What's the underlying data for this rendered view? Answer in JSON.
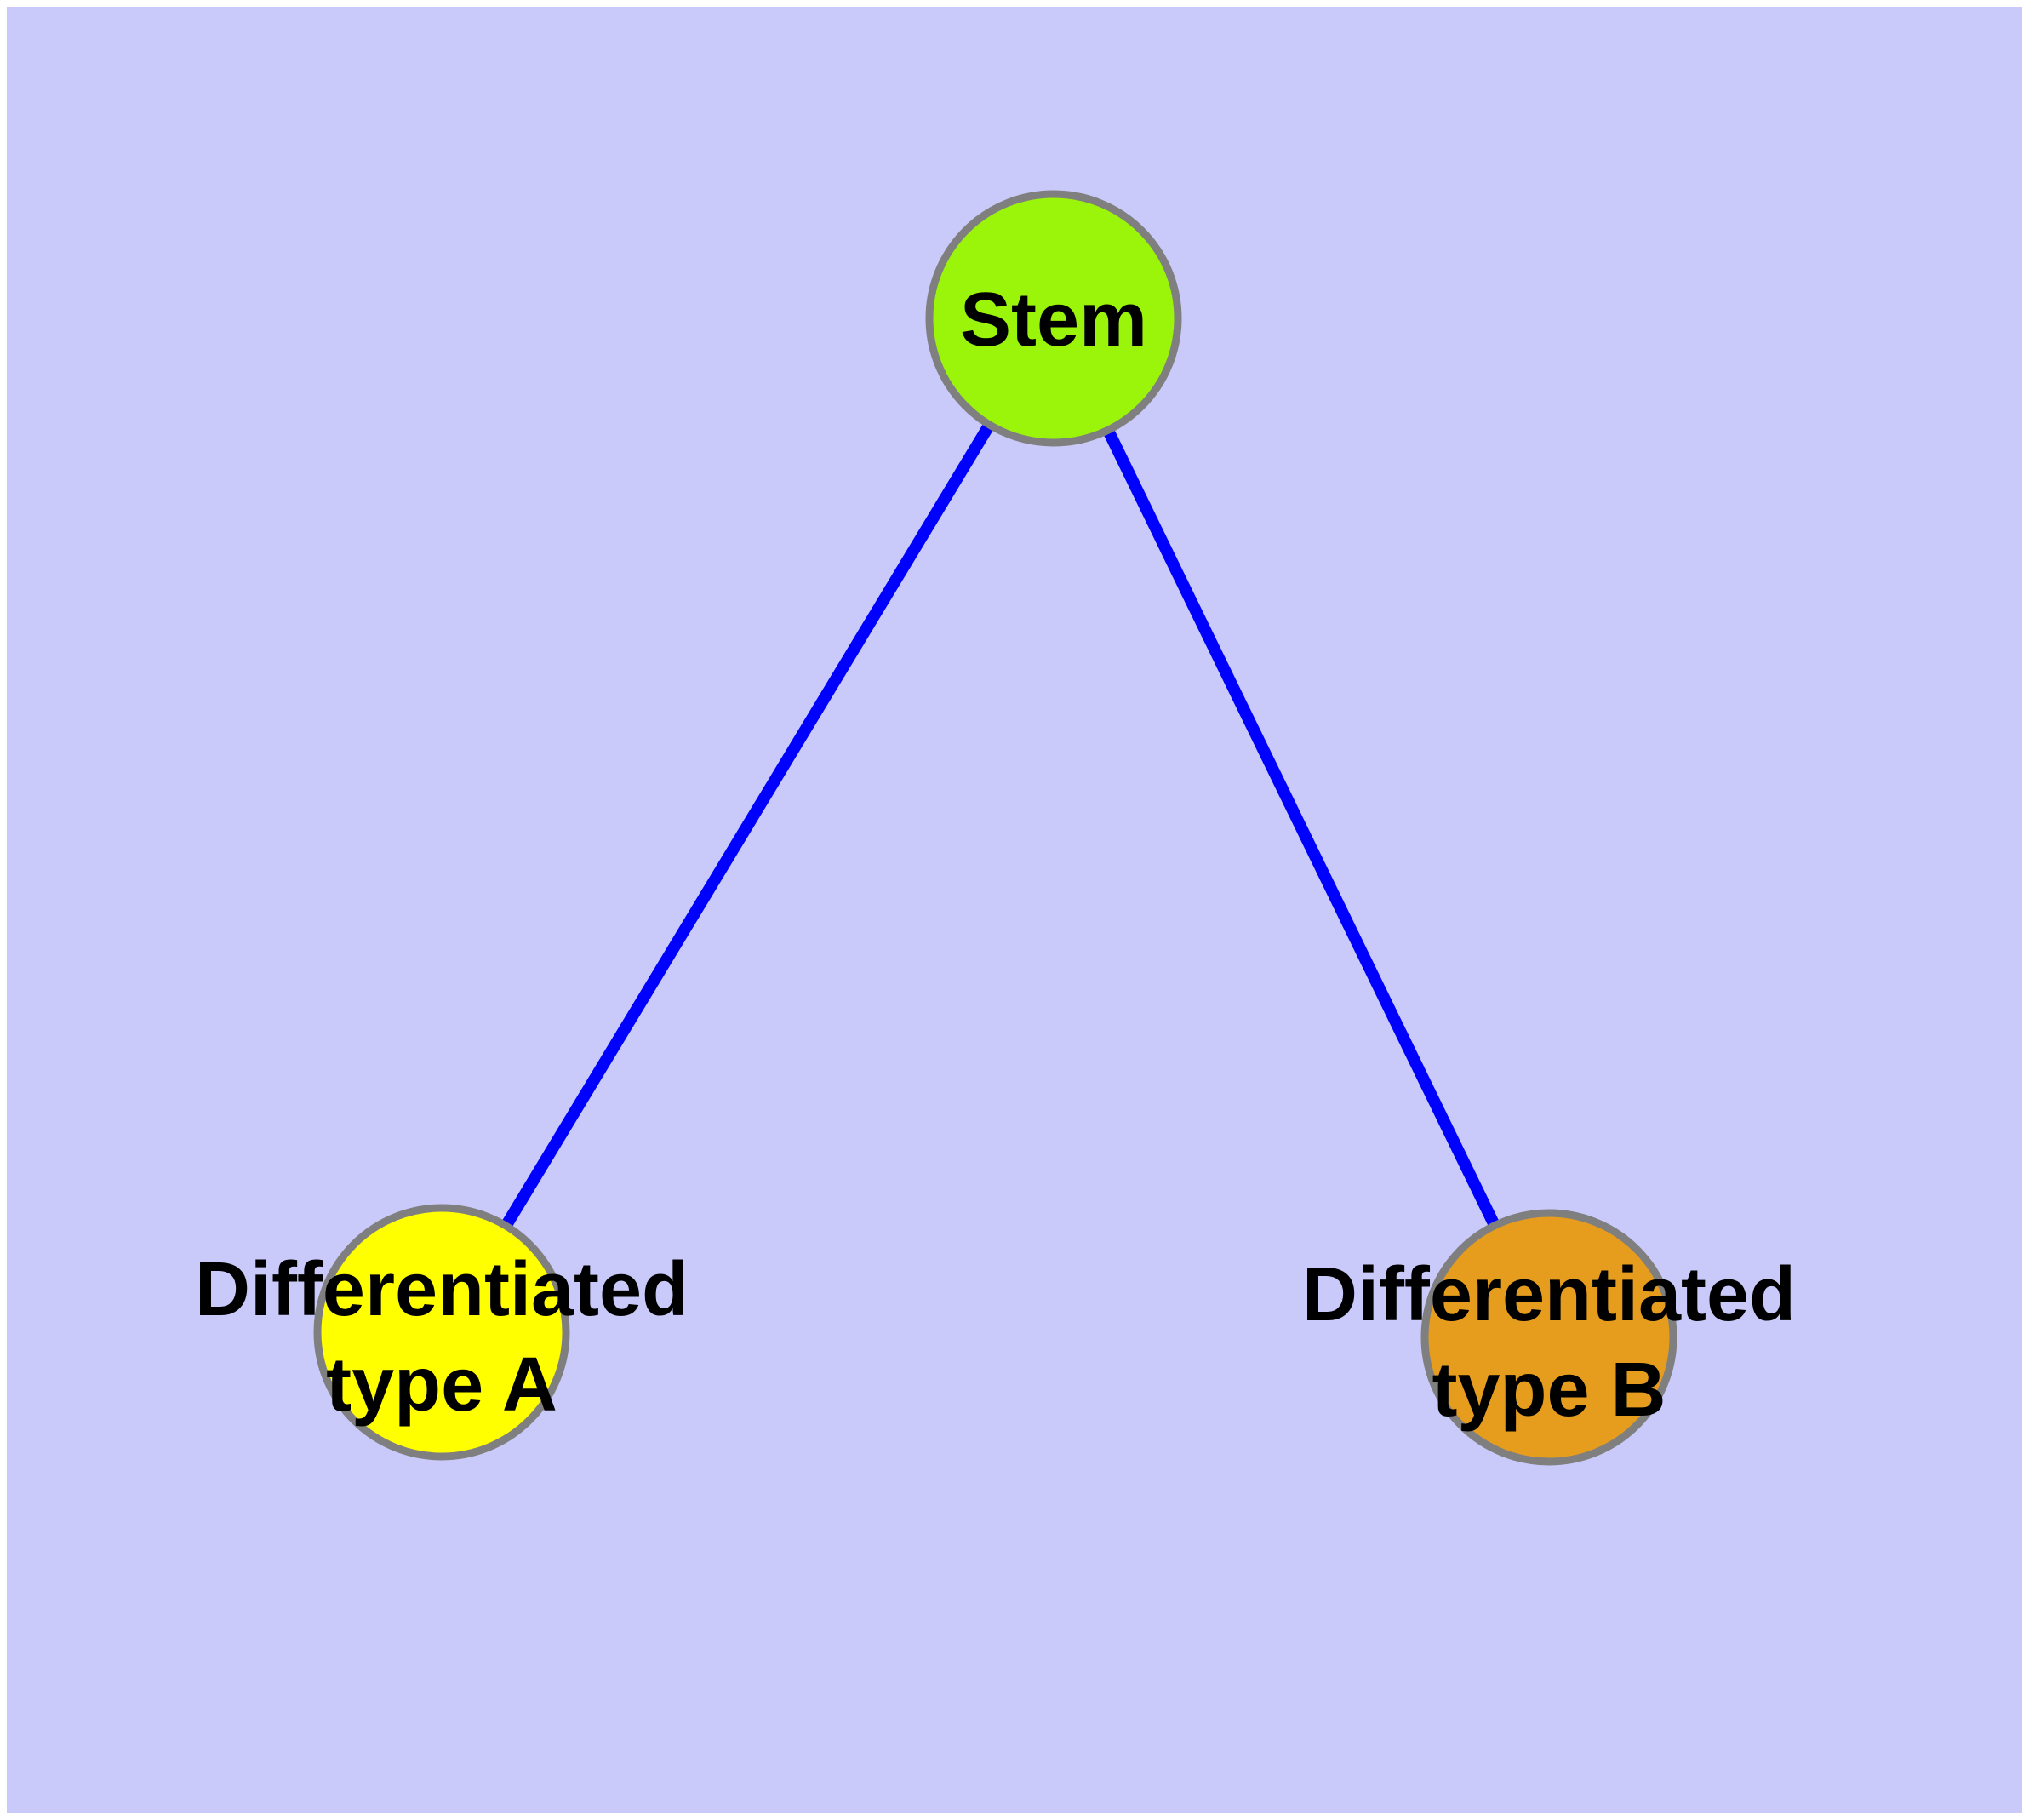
{
  "diagram": {
    "title": "",
    "page_background": "#FFFFFF",
    "panel_color": "#CACAFA",
    "edge_color": "#0000FF",
    "node_border_color": "#7F7F7F",
    "label_color": "#000000",
    "nodes": [
      {
        "id": "stem",
        "label": "Stem",
        "color": "#9BF50A"
      },
      {
        "id": "differentiated-type-a",
        "label_line1": "Differentiated",
        "label_line2": "type A",
        "color": "#FFFF00"
      },
      {
        "id": "differentiated-type-b",
        "label_line1": "Differentiated",
        "label_line2": "type B",
        "color": "#E69D1E"
      }
    ],
    "edges": [
      {
        "from": "Stem",
        "to": "Differentiated type A"
      },
      {
        "from": "Stem",
        "to": "Differentiated type B"
      }
    ]
  }
}
